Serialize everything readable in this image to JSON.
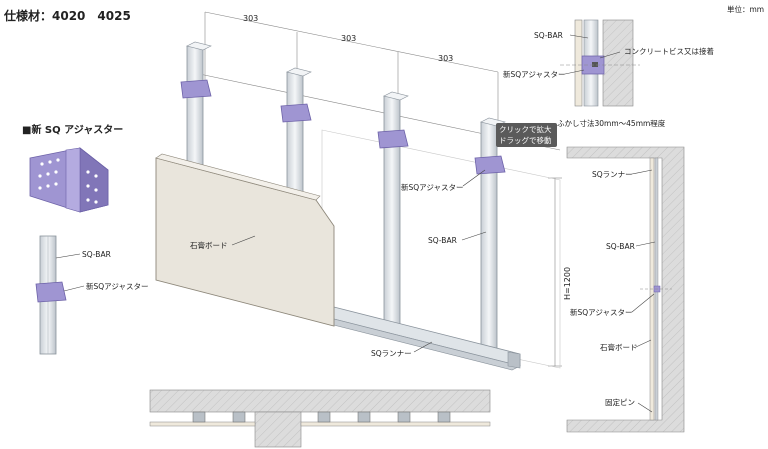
{
  "header": {
    "spec": "仕様材：4020　4025",
    "unit": "単位：mm"
  },
  "inset_left": {
    "heading": "■新 SQ アジャスター",
    "label_bar": "SQ-BAR",
    "label_adjuster": "新SQアジャスター"
  },
  "main": {
    "dim_1": "303",
    "dim_2": "303",
    "dim_3": "303",
    "height": "H=1200",
    "label_board": "石膏ボード",
    "label_adjuster": "新SQアジャスター",
    "label_bar": "SQ-BAR",
    "label_runner": "SQランナー"
  },
  "tooltip": {
    "line1": "クリックで拡大",
    "line2": "ドラッグで移動"
  },
  "detail_top": {
    "label_bar": "SQ-BAR",
    "label_screw": "コンクリートビス又は接着",
    "label_adjuster": "新SQアジャスター",
    "label_offset": "ふかし寸法30mm〜45mm程度"
  },
  "section_right": {
    "label_runner": "SQランナー",
    "label_bar": "SQ-BAR",
    "label_adjuster": "新SQアジャスター",
    "label_board": "石膏ボード",
    "label_pin": "固定ピン"
  },
  "colors": {
    "stud": "#e6eaee",
    "bracket": "#8e82c4",
    "board": "#e8e4da",
    "concrete": "#dcdcdc"
  }
}
